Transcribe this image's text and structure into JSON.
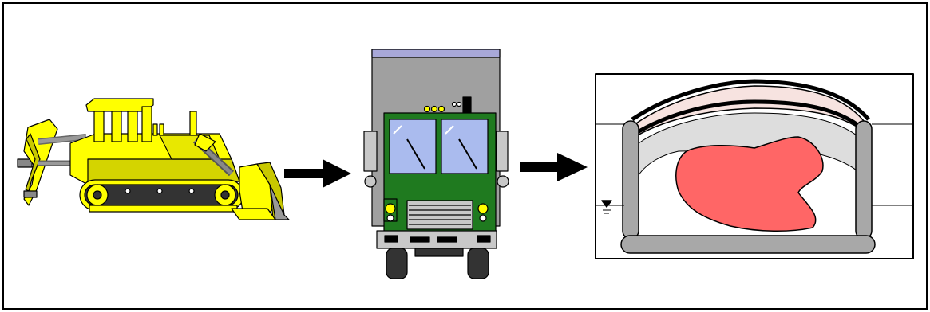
{
  "diagram": {
    "type": "process-flow",
    "steps": [
      {
        "id": "excavate",
        "icon": "bulldozer-icon"
      },
      {
        "id": "transport",
        "icon": "truck-icon"
      },
      {
        "id": "dispose",
        "icon": "lined-landfill-icon"
      }
    ],
    "connectors": [
      {
        "from": "excavate",
        "to": "transport",
        "icon": "arrow-right-icon"
      },
      {
        "from": "transport",
        "to": "dispose",
        "icon": "arrow-right-icon"
      }
    ],
    "colors": {
      "frame": "#000000",
      "bulldozer": "#ffff00",
      "bulldozer_shadow": "#c8c800",
      "track": "#333333",
      "truck_cab": "#1f7a1f",
      "truck_box": "#a0a0a0",
      "truck_box_top": "#a8a8d8",
      "windshield": "#aabbee",
      "landfill_cap": "#f7e3e0",
      "landfill_liner": "#c0c0c0",
      "contaminated_soil": "#ff6666",
      "arrow": "#000000"
    }
  }
}
